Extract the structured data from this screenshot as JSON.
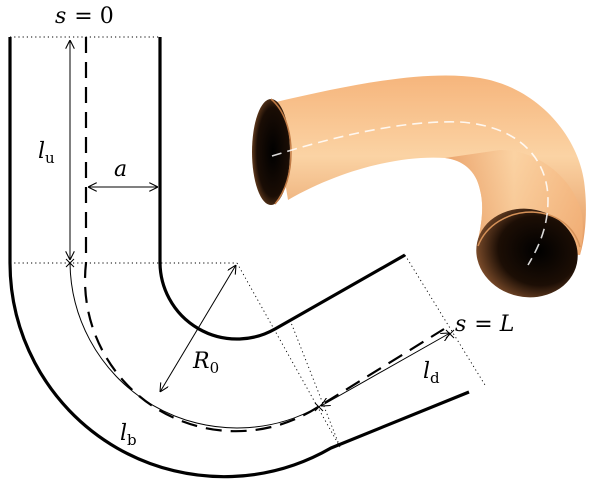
{
  "labels": {
    "s_start": {
      "var": "s",
      "eq": "= 0"
    },
    "s_end": {
      "var": "s",
      "eq": "= L"
    },
    "l_u": {
      "base": "l",
      "sub": "u"
    },
    "a": "a",
    "R0": {
      "base": "R",
      "sub": "0"
    },
    "l_d": {
      "base": "l",
      "sub": "d"
    },
    "l_b": {
      "base": "l",
      "sub": "b"
    }
  },
  "colors": {
    "ink": "#000000",
    "tube_light": "#f8c893",
    "tube_mid": "#e8975e",
    "tube_dark": "#000000"
  }
}
